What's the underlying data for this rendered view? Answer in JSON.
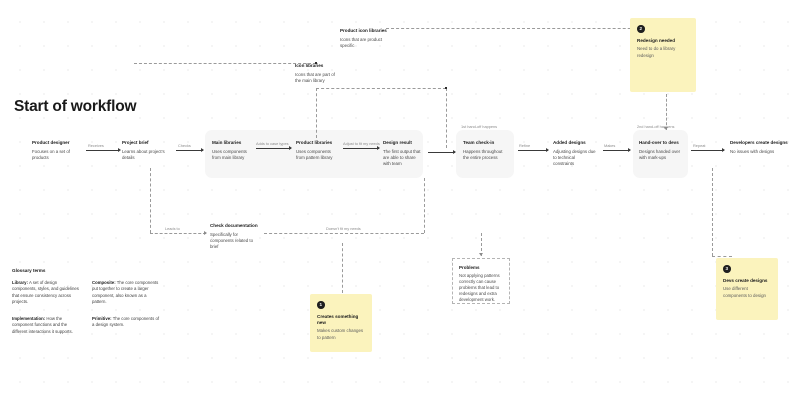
{
  "page": {
    "title": "Start of workflow"
  },
  "flow_nodes": [
    {
      "id": "product-designer",
      "title": "Product designer",
      "body": "Focuses on a set of products"
    },
    {
      "id": "project-brief",
      "title": "Project brief",
      "body": "Learns about project's details"
    },
    {
      "id": "main-libraries",
      "title": "Main libraries",
      "body": "Uses components from main library"
    },
    {
      "id": "product-libraries",
      "title": "Product libraries",
      "body": "Uses components from pattern library"
    },
    {
      "id": "design-result",
      "title": "Design result",
      "body": "The first output that are able to share with team"
    },
    {
      "id": "team-check-in",
      "title": "Team check-in",
      "body": "Happens throughout the entire process"
    },
    {
      "id": "added-designs",
      "title": "Added designs",
      "body": "Adjusting designs due to technical constraints"
    },
    {
      "id": "hand-over-to-devs",
      "title": "Hand-over to devs",
      "body": "Designs handed over with mark-ups"
    },
    {
      "id": "developers-create-designs",
      "title": "Developers create designs",
      "body": "No issues with designs"
    },
    {
      "id": "check-documentation",
      "title": "Check documentation",
      "body": "Specifically for components related to brief"
    },
    {
      "id": "icon-libraries",
      "title": "Icon libraries",
      "body": "Icons that are part of the main library"
    },
    {
      "id": "product-icon-libraries",
      "title": "Product icon libraries",
      "body": "Icons that are product specific"
    }
  ],
  "connector_labels": {
    "receives": "Receives",
    "checks": "Checks",
    "adds_case_types": "Adds to case types",
    "adjust_to_fit": "Adjust to fit my needs",
    "refine": "Refine",
    "makes": "Makes",
    "repeat": "Repeat",
    "leads_to": "Leads to",
    "doesnt_fit": "Doesn't fit my needs"
  },
  "group_labels": {
    "first_handoff": "1st hand-off happens",
    "second_handoff": "2nd hand-off happens"
  },
  "stickies": [
    {
      "id": "redesign-needed",
      "badge": "2",
      "title": "Redesign needed",
      "body": "Need to do a library redesign"
    },
    {
      "id": "creates-something-new",
      "badge": "1",
      "title": "Creates something new",
      "body": "Makes custom changes to pattern"
    },
    {
      "id": "devs-create-designs",
      "badge": "3",
      "title": "Devs create designs",
      "body": "Use different components to design"
    }
  ],
  "problem_box": {
    "title": "Problems",
    "body": "Not applying patterns correctly can cause problems that lead to redesigns and extra development work."
  },
  "glossary": {
    "heading": "Glossary terms",
    "items": [
      {
        "term": "Library:",
        "definition": " A set of design components, styles, and guidelines that ensure consistency across projects."
      },
      {
        "term": "Composite:",
        "definition": " The core components put together to create a larger component, also known as a pattern."
      },
      {
        "term": "Implementation:",
        "definition": " How the component functions and the different interactions it supports."
      },
      {
        "term": "Primitive:",
        "definition": " The core components of a design system."
      }
    ]
  },
  "colors": {
    "sticky": "#fbf3bd",
    "group_card": "#f6f6f6",
    "connector": "#3a3a3a",
    "dashed": "#9a9a9a"
  }
}
